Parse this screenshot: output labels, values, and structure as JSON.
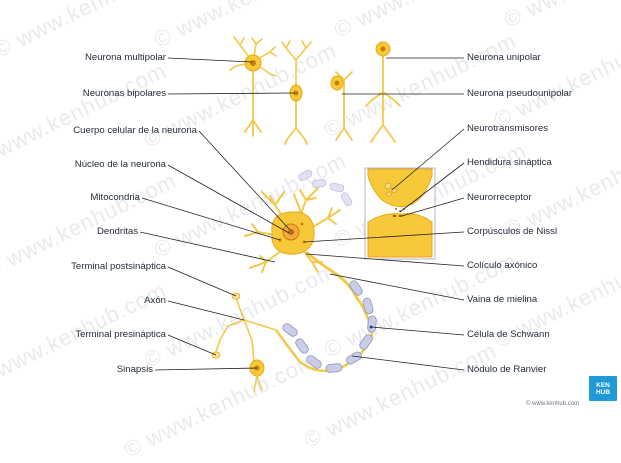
{
  "labels_left": [
    {
      "key": "multipolar",
      "text": "Neurona multipolar"
    },
    {
      "key": "bipolar",
      "text": "Neuronas bipolares"
    },
    {
      "key": "soma",
      "text": "Cuerpo celular de la neurona"
    },
    {
      "key": "nucleus",
      "text": "Núcleo de la neurona"
    },
    {
      "key": "mito",
      "text": "Mitocondria"
    },
    {
      "key": "dendrites",
      "text": "Dendritas"
    },
    {
      "key": "postsyn",
      "text": "Terminal postsináptica"
    },
    {
      "key": "axon",
      "text": "Axón"
    },
    {
      "key": "presyn",
      "text": "Terminal presináptica"
    },
    {
      "key": "synapse",
      "text": "Sinapsis"
    }
  ],
  "labels_right": [
    {
      "key": "unipolar",
      "text": "Neurona unipolar"
    },
    {
      "key": "pseudo",
      "text": "Neurona pseudounipolar"
    },
    {
      "key": "neurotrans",
      "text": "Neurotransmisores"
    },
    {
      "key": "cleft",
      "text": "Hendidura sináptica"
    },
    {
      "key": "receptor",
      "text": "Neurorreceptor"
    },
    {
      "key": "nissl",
      "text": "Corpúsculos de Nissl"
    },
    {
      "key": "hillock",
      "text": "Colículo axónico"
    },
    {
      "key": "myelin",
      "text": "Vaina de mielina"
    },
    {
      "key": "schwann",
      "text": "Célula de Schwann"
    },
    {
      "key": "ranvier",
      "text": "Nódulo de Ranvier"
    }
  ],
  "watermark_text": "© www.kenhub.com",
  "logo": {
    "line1": "KEN",
    "line2": "HUB"
  },
  "credit": "© www.kenhub.com",
  "colors": {
    "neuron_fill": "#f7c83a",
    "neuron_stroke": "#e8a915",
    "dendrite": "#f2c94c",
    "myelin": "#c9cde6",
    "myelin_stroke": "#8f94bf",
    "leader": "#222222"
  }
}
